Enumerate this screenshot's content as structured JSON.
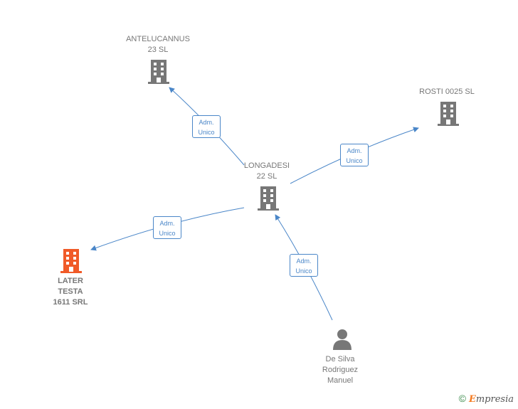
{
  "colors": {
    "company": "#777777",
    "highlight": "#f05a28",
    "edge": "#4a86c8",
    "person": "#777777"
  },
  "nodes": {
    "antelucannus": {
      "line1": "ANTELUCANNUS",
      "line2": "23 SL",
      "icon": "building-icon"
    },
    "rosti": {
      "line1": "ROSTI 0025 SL",
      "icon": "building-icon"
    },
    "longadesi": {
      "line1": "LONGADESI",
      "line2": "22 SL",
      "icon": "building-icon"
    },
    "later_testa": {
      "line1": "LATER",
      "line2": "TESTA",
      "line3": "1611 SRL",
      "icon": "building-icon"
    },
    "de_silva": {
      "line1": "De Silva",
      "line2": "Rodriguez",
      "line3": "Manuel",
      "icon": "person-icon"
    }
  },
  "edges": {
    "to_antelucannus": {
      "line1": "Adm.",
      "line2": "Unico"
    },
    "to_rosti": {
      "line1": "Adm.",
      "line2": "Unico"
    },
    "to_later_testa": {
      "line1": "Adm.",
      "line2": "Unico"
    },
    "to_longadesi": {
      "line1": "Adm.",
      "line2": "Unico"
    }
  },
  "footer": {
    "copyright": "©",
    "brand_e": "E",
    "brand_rest": "mpresia"
  }
}
